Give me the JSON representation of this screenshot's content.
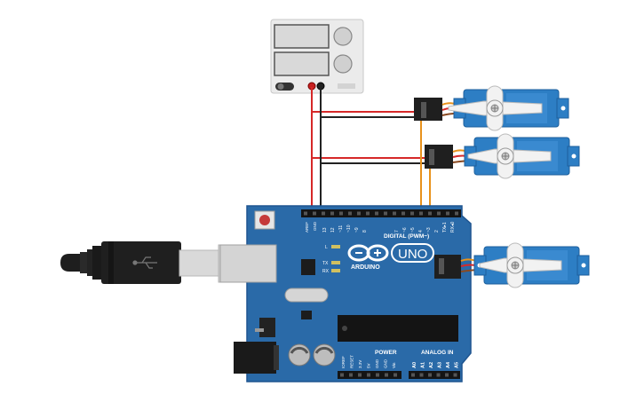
{
  "arduino": {
    "label_aref": "AREF",
    "label_gnd": "GND",
    "digital_pins": [
      "13",
      "12",
      "~11",
      "~10",
      "~9",
      "8",
      "7",
      "~6",
      "~5",
      "4",
      "~3",
      "2",
      "TX▸1",
      "RX◂0"
    ],
    "label_digital": "DIGITAL (PWM~)",
    "label_l": "L",
    "label_tx": "TX",
    "label_rx": "RX",
    "brand": "ARDUINO",
    "model": "UNO",
    "label_power": "POWER",
    "label_analog": "ANALOG IN",
    "power_pins": [
      "IOREF",
      "RESET",
      "3.3V",
      "5V",
      "GND",
      "GND",
      "Vin"
    ],
    "analog_pins": [
      "A0",
      "A1",
      "A2",
      "A3",
      "A4",
      "A5"
    ]
  },
  "colors": {
    "board": "#2a6aa8",
    "board_edge": "#1f5590",
    "servo": "#2d7ec4",
    "wire_red": "#d62828",
    "wire_black": "#222222",
    "wire_orange": "#e8921c",
    "psu_body": "#e8e8e8"
  }
}
